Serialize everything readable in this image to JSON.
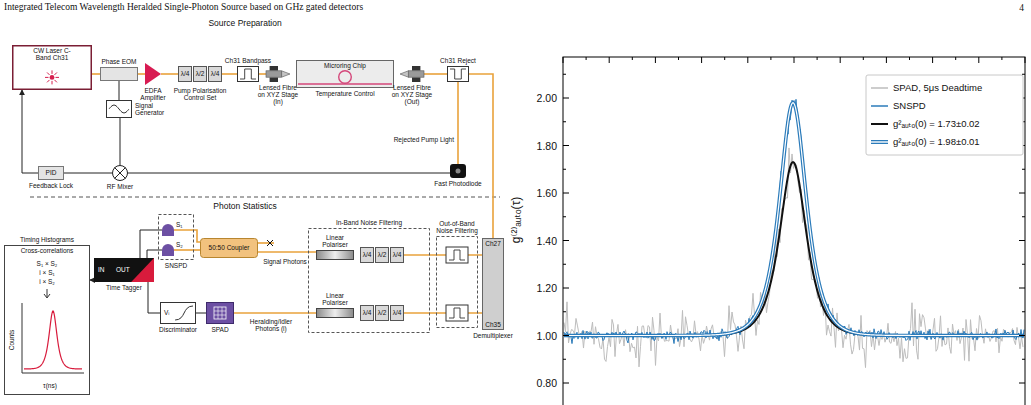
{
  "diagram": {
    "title": "Integrated Telecom Wavelength Heralded Single-Photon Source based on GHz gated detectors",
    "nodes": [
      {
        "text": [
          "CW Laser C-Band Ch31"
        ]
      },
      {
        "text": [
          "Phase EOM"
        ]
      },
      {
        "text": [
          "EDFA Amplifier"
        ]
      },
      {
        "text": [
          "λ/4"
        ]
      },
      {
        "text": [
          "λ/2"
        ]
      },
      {
        "text": [
          "λ/4"
        ]
      },
      {
        "text": [
          "Ch31 Bandpass"
        ]
      },
      {
        "text": [
          "Lensed Fibre on XYZ Stage (In)"
        ]
      },
      {
        "text": [
          "Microring Chip",
          "Temperature Control"
        ]
      },
      {
        "text": [
          "Lensed Fibre on XYZ Stage (Out)"
        ]
      },
      {
        "text": [
          "Ch31 Reject"
        ]
      },
      {
        "text": [
          "Signal Generator"
        ]
      },
      {
        "text": [
          "PID",
          "Feedback Lock"
        ]
      },
      {
        "text": [
          "RF Mixer"
        ]
      },
      {
        "text": [
          "Fast Photodiode"
        ]
      },
      {
        "text": [
          "Timing Histograms",
          "Cross-correlations"
        ]
      },
      {
        "text": [
          "IN",
          "OUT",
          "Time Tagger"
        ]
      },
      {
        "text": [
          "SNSPD"
        ]
      },
      {
        "text": [
          "S₁"
        ],
        "in": 17
      },
      {
        "text": [
          "S₂"
        ],
        "in": 17
      },
      {
        "text": [
          "50:50 Coupler"
        ]
      },
      {
        "text": [
          "In-Band Noise Filtering"
        ]
      },
      {
        "text": [
          "Linear Polariser"
        ],
        "in": 21
      },
      {
        "text": [
          "λ/4"
        ],
        "in": 21
      },
      {
        "text": [
          "λ/2"
        ],
        "in": 21
      },
      {
        "text": [
          "λ/4"
        ],
        "in": 21
      },
      {
        "text": [
          "Linear Polariser"
        ],
        "in": 21
      },
      {
        "text": [
          "λ/4"
        ],
        "in": 21
      },
      {
        "text": [
          "λ/2"
        ],
        "in": 21
      },
      {
        "text": [
          "λ/4"
        ],
        "in": 21
      },
      {
        "text": [
          "Out-of-Band Noise Filtering"
        ]
      },
      {
        "text": [
          "Ch27",
          "Ch35",
          "Demultiplexer"
        ]
      },
      {
        "text": [
          "Vₗ",
          "Discriminator"
        ]
      },
      {
        "text": [
          "SPAD"
        ]
      }
    ],
    "edges": [
      {
        "from": 0,
        "to": 1,
        "arrow": "none"
      },
      {
        "from": 1,
        "to": 2,
        "arrow": "none"
      },
      {
        "from": 2,
        "to": 3,
        "arrow": "none"
      },
      {
        "from": 5,
        "to": 6,
        "arrow": "none"
      },
      {
        "from": 6,
        "to": 7,
        "arrow": "none"
      },
      {
        "from": 9,
        "to": 10,
        "arrow": "none"
      },
      {
        "from": 10,
        "to": 31,
        "arrow": "none"
      },
      {
        "from": 10,
        "to": 14,
        "arrow": "none"
      },
      {
        "from": 14,
        "to": 13,
        "arrow": "none"
      },
      {
        "from": 11,
        "to": 1,
        "arrow": "none"
      },
      {
        "from": 11,
        "to": 13,
        "arrow": "none"
      },
      {
        "from": 13,
        "to": 12,
        "arrow": "none"
      },
      {
        "from": 12,
        "to": 0,
        "arrow": "to"
      },
      {
        "from": 31,
        "to": 25,
        "arrow": "none"
      },
      {
        "from": 31,
        "to": 29,
        "arrow": "none"
      },
      {
        "from": 22,
        "to": 20,
        "arrow": "none"
      },
      {
        "from": 20,
        "to": 18,
        "arrow": "none"
      },
      {
        "from": 20,
        "to": 19,
        "arrow": "none"
      },
      {
        "from": 18,
        "to": 16,
        "arrow": "none"
      },
      {
        "from": 19,
        "to": 16,
        "arrow": "none"
      },
      {
        "from": 26,
        "to": 33,
        "arrow": "none"
      },
      {
        "from": 33,
        "to": 32,
        "arrow": "none"
      },
      {
        "from": 32,
        "to": 16,
        "arrow": "none"
      },
      {
        "from": 16,
        "to": 15,
        "arrow": "to"
      }
    ],
    "labels": [
      "4",
      "Source Preparation",
      "Pump Polarisation Control Set",
      "Rejected Pump Light",
      "Photon Statistics",
      "S₁ × S₂",
      "i × S₁",
      "i × S₂",
      "Counts",
      "τ(ns)",
      "Signal Photons",
      "Heralding/Idler Photons (i)",
      "2.00",
      "1.80",
      "1.60",
      "1.40",
      "1.20",
      "1.00",
      "0.80",
      "g⁽²⁾ₐᵤₜₒ(τ)"
    ],
    "legend": [
      {
        "text": "SPAD, 5μs Deadtime"
      },
      {
        "text": "SNSPD"
      },
      {
        "text": "g²ₐᵤₜₒ(0) = 1.73±0.02"
      },
      {
        "text": "g²ₐᵤₜₒ(0) = 1.98±0.01"
      }
    ]
  }
}
